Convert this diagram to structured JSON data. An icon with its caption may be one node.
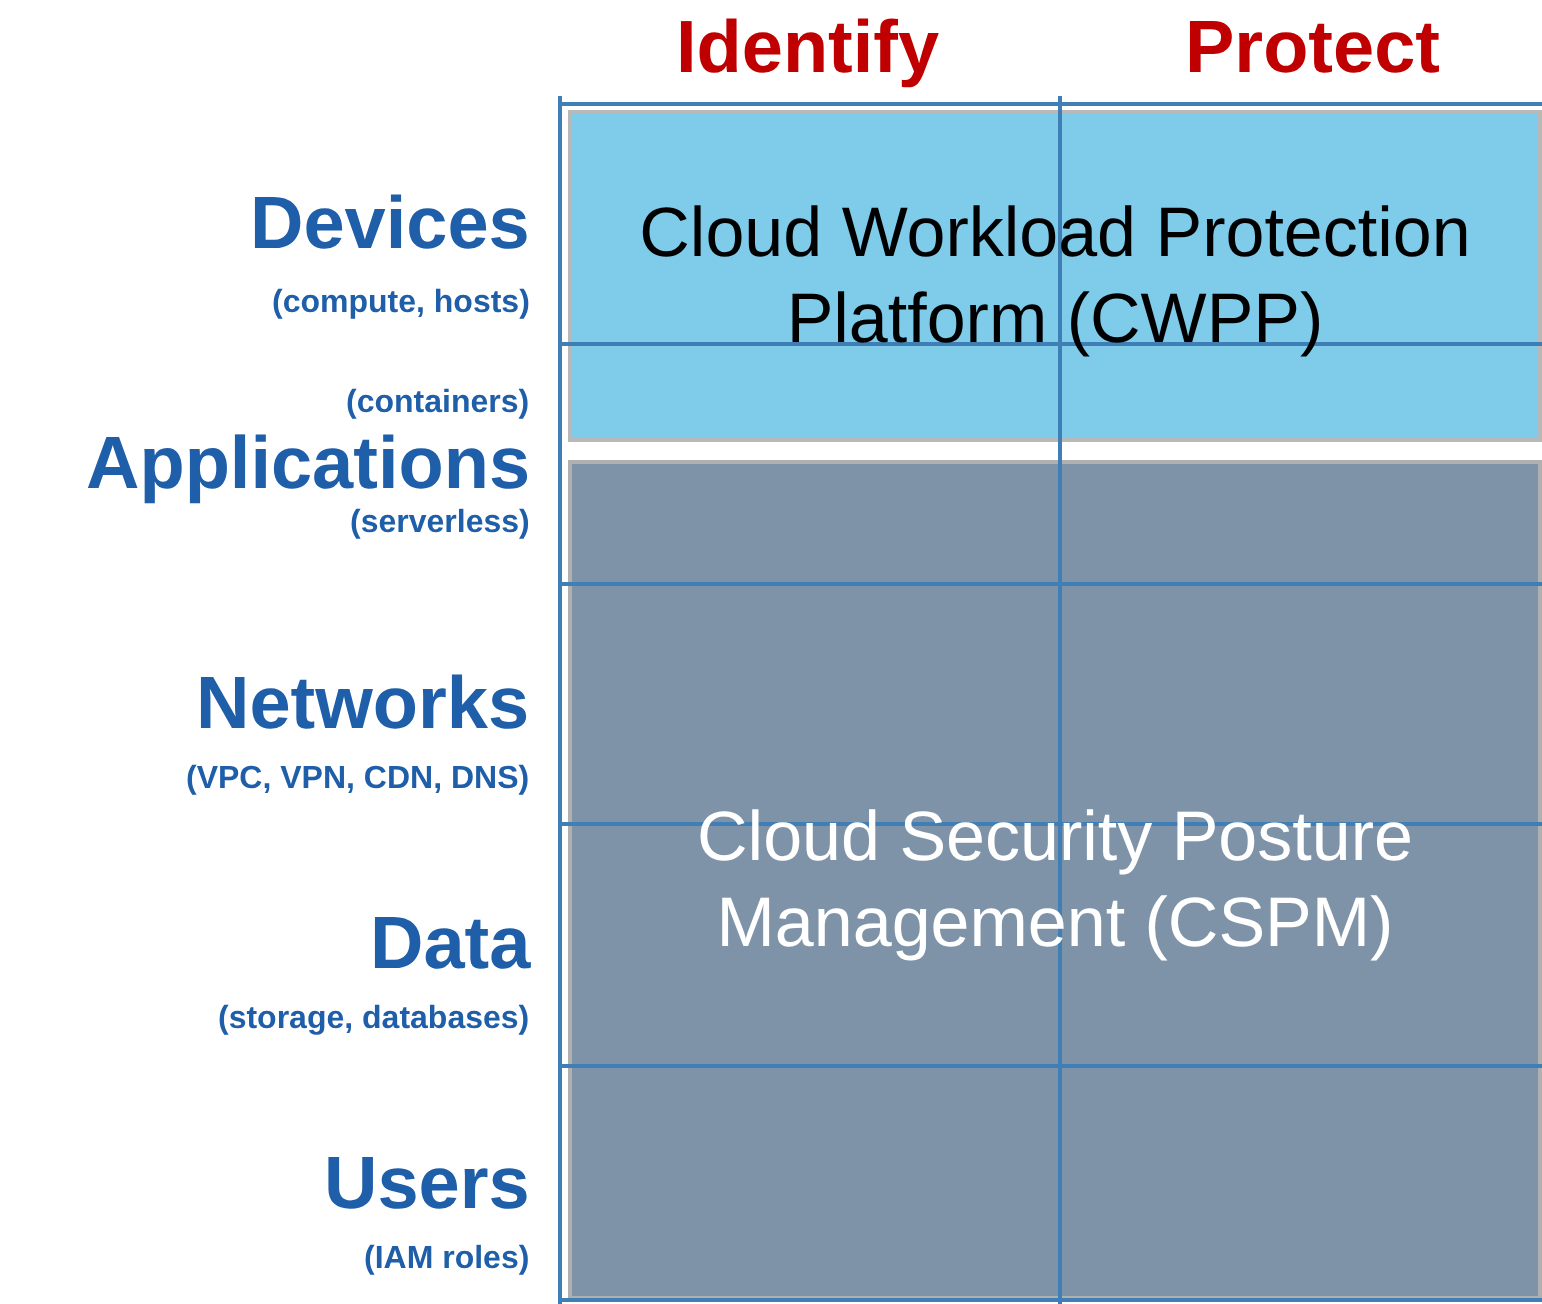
{
  "diagram": {
    "nodes": [
      {
        "text": [
          "Cloud Workload Protection Platform (CWPP)"
        ]
      },
      {
        "text": [
          "Cloud Security Posture Management (CSPM)"
        ]
      }
    ],
    "labels": [
      "Identify",
      "Protect",
      "Devices",
      "(compute, hosts)",
      "(containers)",
      "Applications",
      "(serverless)",
      "Networks",
      "(VPC, VPN, CDN, DNS)",
      "Data",
      "(storage, databases)",
      "Users",
      "(IAM roles)"
    ]
  }
}
